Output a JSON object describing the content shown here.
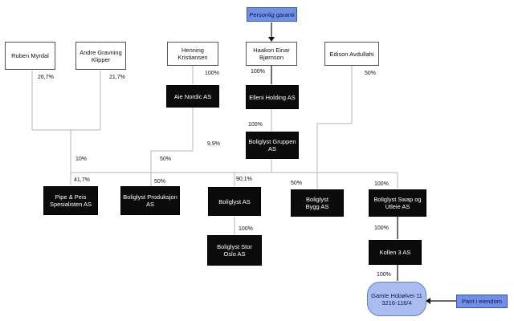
{
  "colors": {
    "black_box": "#0b0b0b",
    "guarantee_box": "#6f8fe8",
    "property_ellipse": "#a9bdf0",
    "line": "#b5b5b5"
  },
  "nodes": {
    "personlig_garanti": "Personlig garanti",
    "ruben": "Ruben Myrdal",
    "andre": "Andre Gravning\nKlipper",
    "henning": "Henning\nKristiansen",
    "haakon": "Haakon Einar\nBjørnson",
    "edison": "Edison Avdullahi",
    "aie_nordic": "Aie Nordic AS",
    "elleni": "Elleni Holding AS",
    "gruppen": "Boliglyst Gruppen AS",
    "pipe_peis": "Pipe & Peis\nSpesialisten AS",
    "produksjon": "Boliglyst Produksjon\nAS",
    "boliglyst_as": "Boliglyst AS",
    "bygg": "Boliglyst\nBygg AS",
    "swap": "Boliglyst Swap og\nUtleie AS",
    "stor_oslo": "Boliglyst Stor\nOslo AS",
    "kollen": "Kollen 3 AS",
    "gamle": "Gamle Hobølvei 11\n3216-116/4",
    "pant": "Pant i eiendom"
  },
  "percents": {
    "ruben": "26,7%",
    "andre": "21,7%",
    "henning_aie": "100%",
    "haakon_elleni": "100%",
    "edison": "50%",
    "elleni_gruppen": "100%",
    "aie_share": "9,9%",
    "ten": "10%",
    "fifty_left": "50%",
    "pipe": "41,7%",
    "prod": "50%",
    "boliglyst": "90,1%",
    "bygg": "50%",
    "swap": "100%",
    "stor_oslo": "100%",
    "kollen": "100%",
    "gamle": "100%"
  }
}
